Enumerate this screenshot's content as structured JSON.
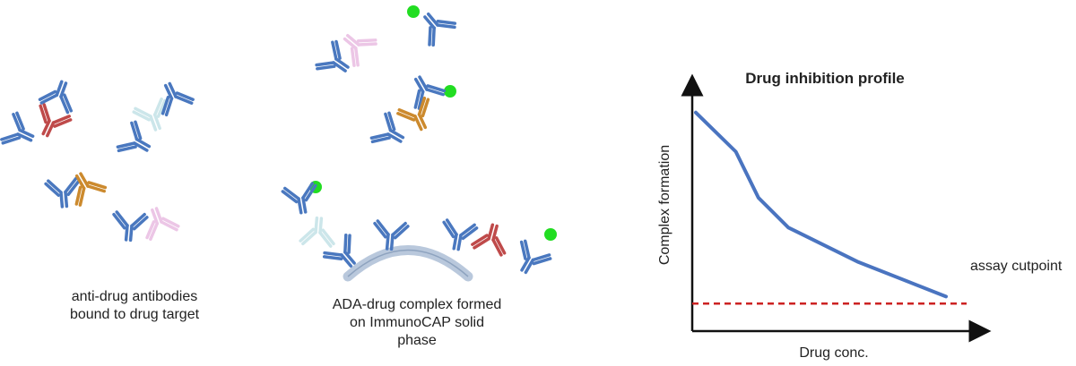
{
  "colors": {
    "antibody_blue": "#4a78bf",
    "drug_red": "#bf4a4a",
    "drug_orange": "#cc8a2e",
    "light_cyan": "#cce6ea",
    "light_pink": "#ecc6e6",
    "label_green": "#22dd22",
    "solid_phase": "#b9c8dc",
    "curve_blue": "#4a74c0",
    "cutpoint_red": "#cc2222"
  },
  "panels": {
    "left": {
      "caption_line1": "anti-drug antibodies",
      "caption_line2": "bound to drug target"
    },
    "middle": {
      "caption_line1": "ADA-drug complex formed",
      "caption_line2": "on ImmunoCAP solid",
      "caption_line3": "phase"
    }
  },
  "chart": {
    "title": "Drug inhibition profile",
    "xlabel": "Drug conc.",
    "ylabel": "Complex formation",
    "cutpoint_label": "assay cutpoint"
  },
  "chart_data": {
    "type": "line",
    "title": "Drug inhibition profile",
    "xlabel": "Drug conc.",
    "ylabel": "Complex formation",
    "x": [
      0,
      0.16,
      0.25,
      0.37,
      0.65,
      1.0
    ],
    "y": [
      0.95,
      0.78,
      0.58,
      0.45,
      0.3,
      0.15
    ],
    "xlim": [
      0,
      1.12
    ],
    "ylim": [
      0,
      1.2
    ],
    "cutpoint": 0.12,
    "axis_ticks": false,
    "grid": false
  }
}
